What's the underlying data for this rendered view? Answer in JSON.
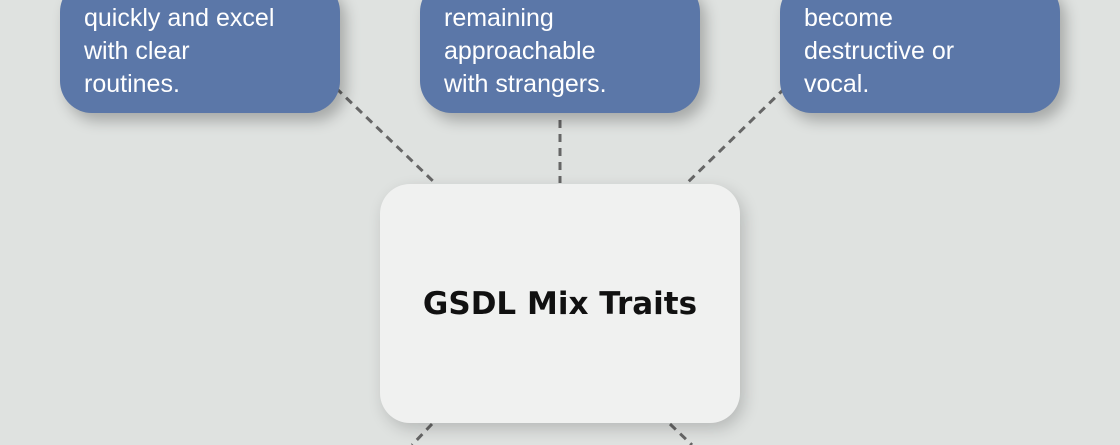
{
  "nodes": [
    {
      "lines": [
        "quickly and excel",
        "with clear",
        "routines."
      ]
    },
    {
      "lines": [
        "remaining",
        "approachable",
        "with strangers."
      ]
    },
    {
      "lines": [
        "become",
        "destructive or",
        "vocal."
      ]
    }
  ],
  "center": {
    "title": "GSDL Mix Traits"
  },
  "colors": {
    "background": "#dfe2e0",
    "node": "#5b77a8",
    "center": "#f0f1f0",
    "connector": "#666666"
  }
}
